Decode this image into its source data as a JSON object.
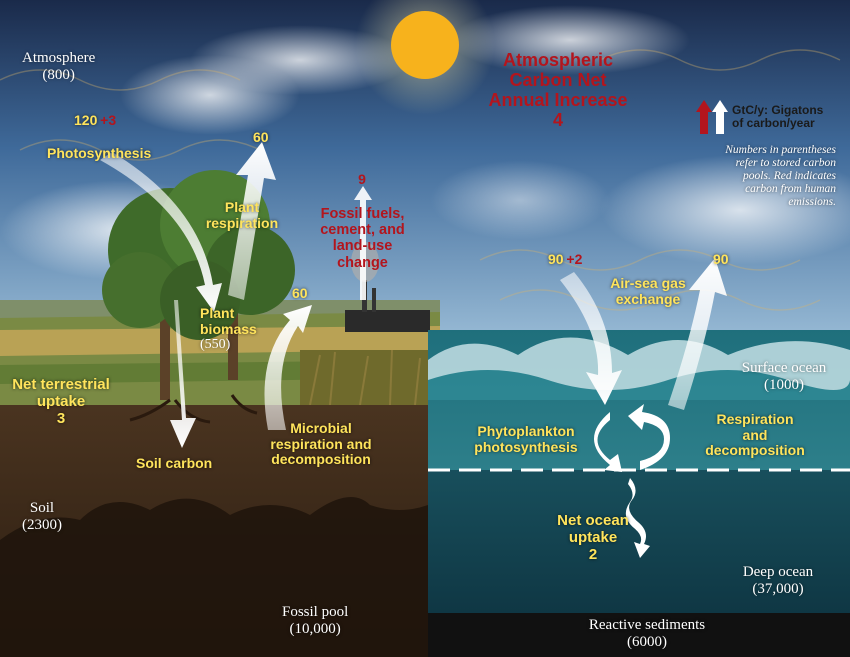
{
  "colors": {
    "label_yellow": "#ffe45c",
    "human_red": "#b3151d",
    "arrow_white": "#ffffff"
  },
  "atmosphere": {
    "name": "Atmosphere",
    "pool": "(800)"
  },
  "net_increase": {
    "line1": "Atmospheric",
    "line2": "Carbon Net",
    "line3": "Annual Increase",
    "value": "4"
  },
  "legend": {
    "title_line1": "GtC/y: Gigatons",
    "title_line2": "of carbon/year",
    "note_line1": "Numbers in parentheses",
    "note_line2": "refer to stored carbon",
    "note_line3": "pools. Red indicates",
    "note_line4": "carbon from human",
    "note_line5": "emissions."
  },
  "photosynthesis": {
    "value": "120",
    "human": "+3",
    "label": "Photosynthesis"
  },
  "plant_respiration": {
    "value": "60",
    "line1": "Plant",
    "line2": "respiration"
  },
  "fossil_fuels": {
    "value": "9",
    "line1": "Fossil fuels,",
    "line2": "cement, and",
    "line3": "land-use",
    "line4": "change"
  },
  "microbial": {
    "value": "60",
    "line1": "Microbial",
    "line2": "respiration and",
    "line3": "decomposition"
  },
  "plant_biomass": {
    "line1": "Plant",
    "line2": "biomass",
    "pool": "(550)"
  },
  "net_terrestrial": {
    "line1": "Net terrestrial",
    "line2": "uptake",
    "value": "3"
  },
  "soil_carbon": {
    "label": "Soil carbon"
  },
  "soil": {
    "name": "Soil",
    "pool": "(2300)"
  },
  "fossil_pool": {
    "name": "Fossil pool",
    "pool": "(10,000)"
  },
  "air_sea": {
    "down_value": "90",
    "down_human": "+2",
    "up_value": "90",
    "line1": "Air-sea gas",
    "line2": "exchange"
  },
  "surface_ocean": {
    "name": "Surface ocean",
    "pool": "(1000)"
  },
  "phytoplankton": {
    "line1": "Phytoplankton",
    "line2": "photosynthesis"
  },
  "ocean_respiration": {
    "line1": "Respiration",
    "line2": "and",
    "line3": "decomposition"
  },
  "net_ocean": {
    "line1": "Net ocean",
    "line2": "uptake",
    "value": "2"
  },
  "deep_ocean": {
    "name": "Deep ocean",
    "pool": "(37,000)"
  },
  "sediments": {
    "name": "Reactive sediments",
    "pool": "(6000)"
  }
}
